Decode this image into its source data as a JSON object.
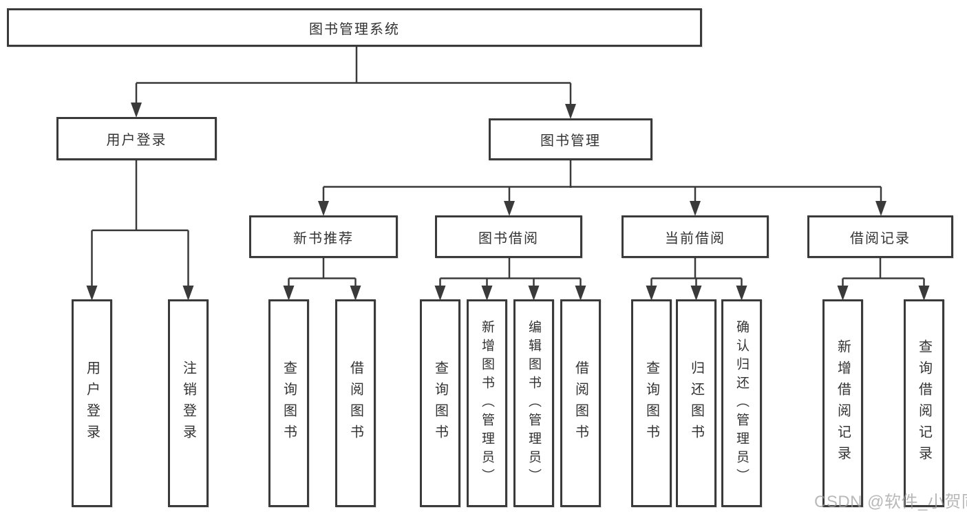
{
  "diagram": {
    "title_node": {
      "label": "图书管理系统"
    },
    "level2": [
      {
        "id": "user-login",
        "label": "用户登录"
      },
      {
        "id": "book-management",
        "label": "图书管理"
      }
    ],
    "level3": [
      {
        "id": "new-book-recommend",
        "parent": "图书管理",
        "label": "新书推荐"
      },
      {
        "id": "book-borrowing",
        "parent": "图书管理",
        "label": "图书借阅"
      },
      {
        "id": "current-borrowing",
        "parent": "图书管理",
        "label": "当前借阅"
      },
      {
        "id": "borrowing-records",
        "parent": "图书管理",
        "label": "借阅记录"
      }
    ],
    "leaves": [
      {
        "parent": "用户登录",
        "label": "用户登录"
      },
      {
        "parent": "用户登录",
        "label": "注销登录"
      },
      {
        "parent": "新书推荐",
        "label": "查询图书"
      },
      {
        "parent": "新书推荐",
        "label": "借阅图书"
      },
      {
        "parent": "图书借阅",
        "label": "查询图书"
      },
      {
        "parent": "图书借阅",
        "label": "新增图书（管理员）"
      },
      {
        "parent": "图书借阅",
        "label": "编辑图书（管理员）"
      },
      {
        "parent": "图书借阅",
        "label": "借阅图书"
      },
      {
        "parent": "当前借阅",
        "label": "查询图书"
      },
      {
        "parent": "当前借阅",
        "label": "归还图书"
      },
      {
        "parent": "当前借阅",
        "label": "确认归还（管理员）"
      },
      {
        "parent": "借阅记录",
        "label": "新增借阅记录"
      },
      {
        "parent": "借阅记录",
        "label": "查询借阅记录"
      }
    ],
    "watermark": "CSDN @软件_小贺同学",
    "colors": {
      "line": "#3a3a3a",
      "text": "#333333",
      "box_background": "#ffffff",
      "watermark": "#9e9e9e"
    }
  }
}
